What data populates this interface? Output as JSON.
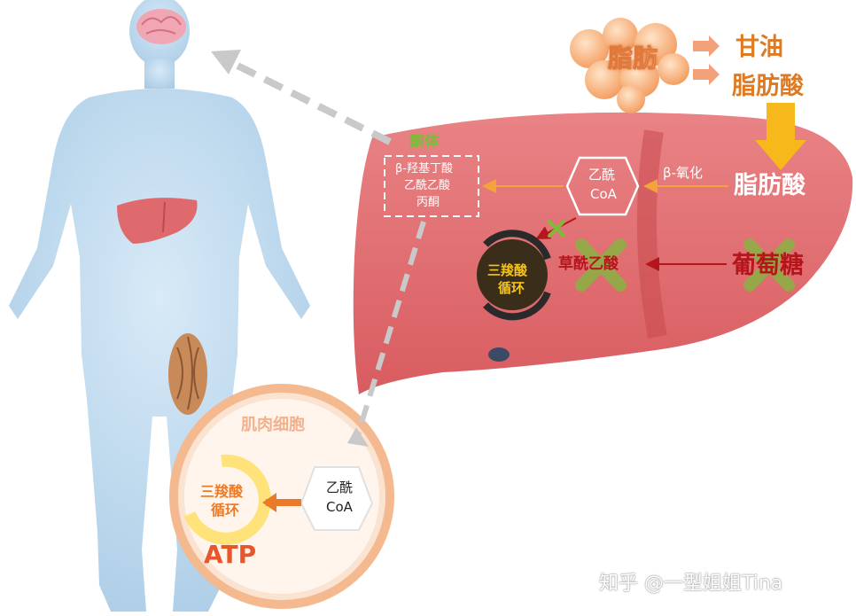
{
  "diagram": {
    "fat_label": "脂肪",
    "glycerol_label": "甘油",
    "fatty_acid_top_label": "脂肪酸",
    "fatty_acid_liver_label": "脂肪酸",
    "beta_oxidation_label": "β-氧化",
    "acetyl_coa_line1": "乙酰",
    "acetyl_coa_line2": "CoA",
    "ketone_body_label": "酮体",
    "ketone_bodies": [
      "β-羟基丁酸",
      "乙酰乙酸",
      "丙酮"
    ],
    "oxaloacetate_label": "草酰乙酸",
    "glucose_label": "葡萄糖",
    "tca_line1": "三羧酸",
    "tca_line2": "循环",
    "muscle_cell_label": "肌肉细胞",
    "muscle_acetyl_coa_line1": "乙酰",
    "muscle_acetyl_coa_line2": "CoA",
    "muscle_tca_line1": "三羧酸",
    "muscle_tca_line2": "循环",
    "atp_label": "ATP"
  },
  "watermark": "知乎 @一型姐姐Tina",
  "colors": {
    "body": "#bcd9ef",
    "liver": "#df6a6d",
    "fat_cell": "#f6a46a",
    "orange_arrow": "#f2a43a",
    "red_arrow": "#b4161b",
    "dashed_arrow": "#c9c9c9",
    "cross": "#7dbb3b",
    "muscle_circle": "#f4b98f"
  },
  "icons": [
    "brain-icon",
    "small-liver-icon",
    "muscle-icon",
    "fat-cells-icon",
    "cycle-icon",
    "cross-icon"
  ]
}
